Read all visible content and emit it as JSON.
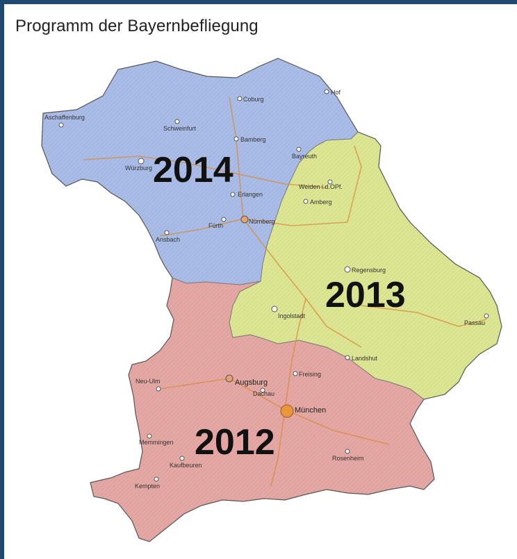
{
  "title": "Programm der Bayernbefliegung",
  "regions": [
    {
      "id": "north",
      "year": "2014",
      "color": "#a9bde8"
    },
    {
      "id": "east",
      "year": "2013",
      "color": "#dde793"
    },
    {
      "id": "south",
      "year": "2012",
      "color": "#e5a8a4"
    }
  ],
  "cities": {
    "wuerzburg": "Würzburg",
    "schweinfurt": "Schweinfurt",
    "bamberg": "Bamberg",
    "bayreuth": "Bayreuth",
    "erlangen": "Erlangen",
    "fuerth": "Fürth",
    "nuernberg": "Nürnberg",
    "ansbach": "Ansbach",
    "coburg": "Coburg",
    "hof": "Hof",
    "weiden": "Weiden i.d.OPf.",
    "amberg": "Amberg",
    "regensburg": "Regensburg",
    "ingolstadt": "Ingolstadt",
    "landshut": "Landshut",
    "passau": "Passau",
    "augsburg": "Augsburg",
    "neu_ulm": "Neu-Ulm",
    "muenchen": "München",
    "kempten": "Kempten",
    "rosenheim": "Rosenheim",
    "memmingen": "Memmingen",
    "dachau": "Dachau",
    "freising": "Freising",
    "aschaffenburg": "Aschaffenburg",
    "kaufbeuren": "Kaufbeuren"
  }
}
